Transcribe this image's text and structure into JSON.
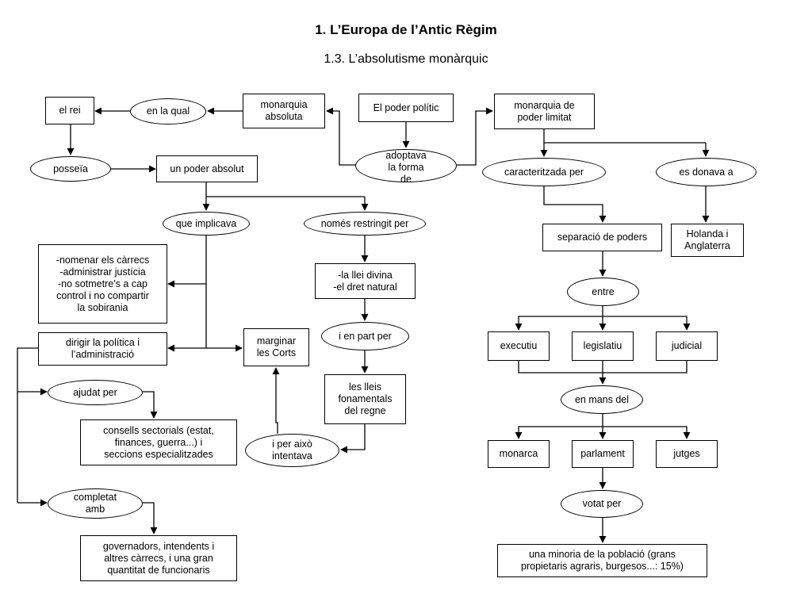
{
  "title": "1. L’Europa de l’Antic Règim",
  "subtitle": "1.3. L’absolutisme monàrquic",
  "nodes": {
    "el_poder_politic": "El poder polític",
    "adoptava": "adoptava\nla forma\nde",
    "monarquia_absoluta": "monarquia\nabsoluta",
    "en_la_qual": "en la qual",
    "el_rei": "el rei",
    "posseia": "posseïa",
    "un_poder_absolut": "un poder absolut",
    "que_implicava": "que implicava",
    "nomes_restringit": "només restringit per",
    "nomenar": "-nomenar els càrrecs\n-administrar justícia\n-no sotmetre’s a cap\ncontrol i no compartir\nla sobirania",
    "dirigir": "dirigir la política i\nl’administració",
    "marginar": "marginar\nles Corts",
    "llei_divina": "-la llei divina\n-el dret natural",
    "en_part_per": "i en part per",
    "lleis_fonamentals": "les lleis\nfonamentals\ndel regne",
    "per_aixo": "i per això\nintentava",
    "ajudat_per": "ajudat per",
    "consells": "consells sectorials (estat,\nfinances, guerra...) i\nseccions especialitzades",
    "completat_amb": "completat\namb",
    "governadors": "governadors, intendents i\naltres càrrecs, i una gran\nquantitat de funcionaris",
    "monarquia_limitat": "monarquia de\npoder limitat",
    "caracteritzada_per": "caracteritzada per",
    "es_donava_a": "es donava a",
    "holanda": "Holanda i\nAnglaterra",
    "separacio": "separació de poders",
    "entre": "entre",
    "executiu": "executiu",
    "legislatiu": "legislatiu",
    "judicial": "judicial",
    "en_mans_del": "en mans del",
    "monarca": "monarca",
    "parlament": "parlament",
    "jutges": "jutges",
    "votat_per": "votat per",
    "minoria": "una minoria de la població (grans\npropietaris agraris, burgesos...: 15%)"
  }
}
